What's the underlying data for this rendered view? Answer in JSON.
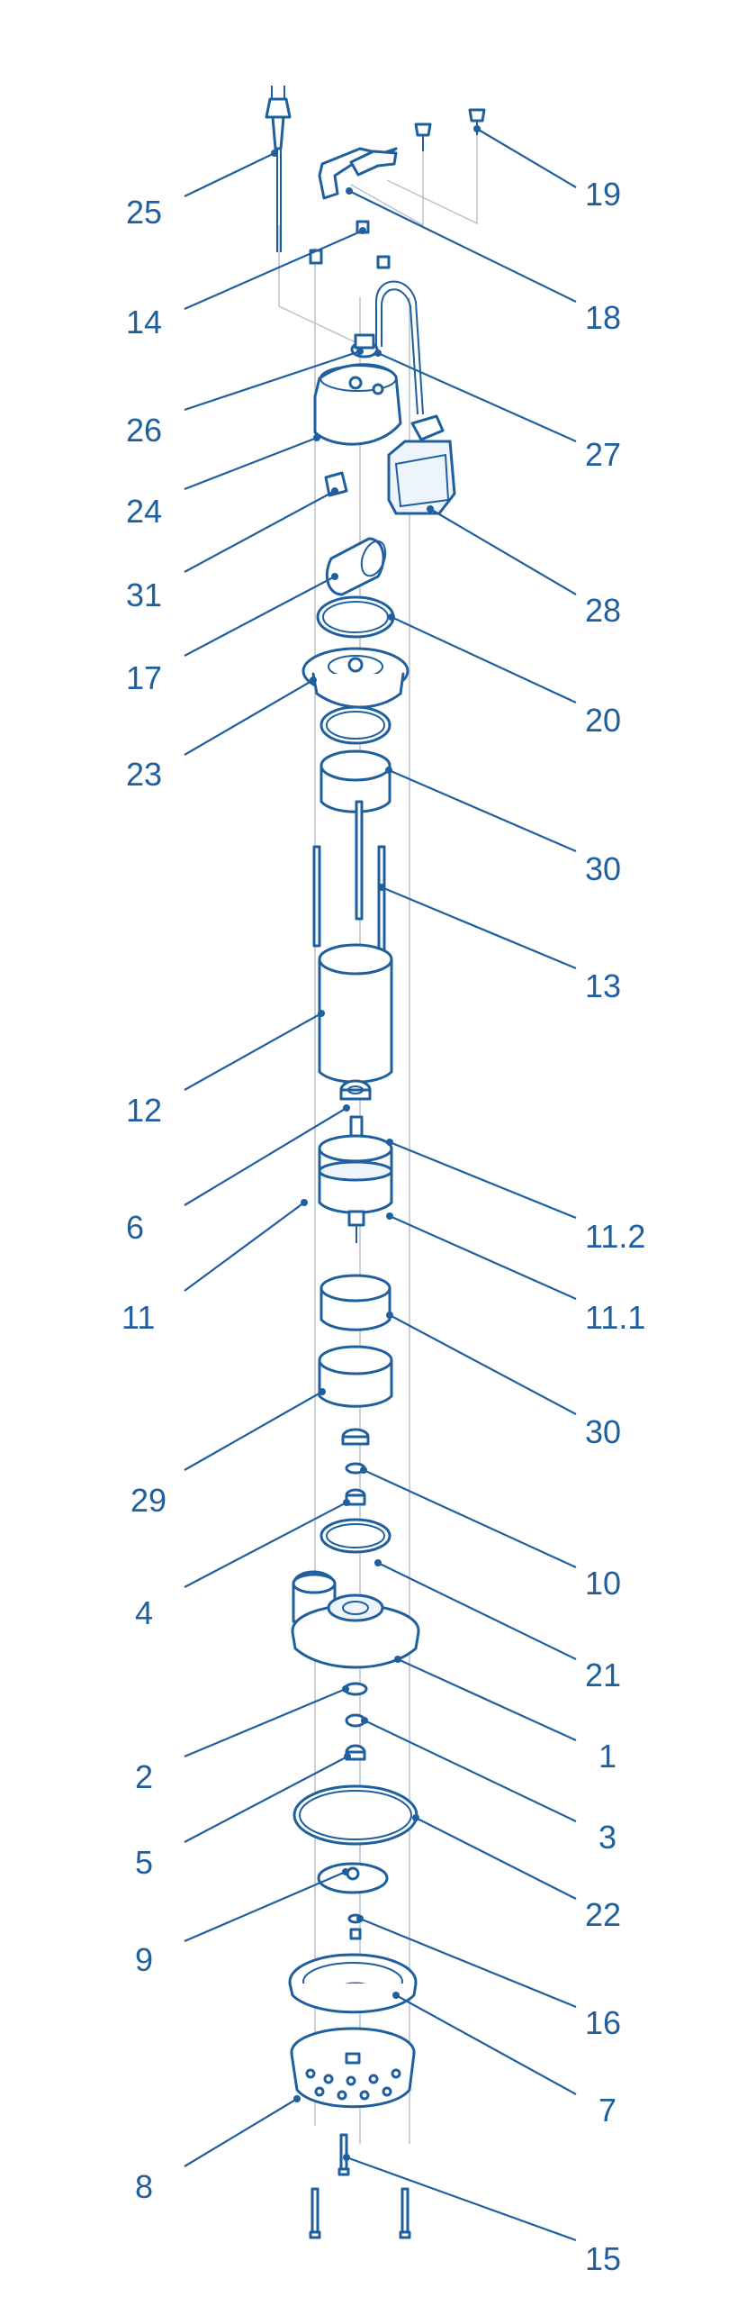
{
  "colors": {
    "line": "#1f5f9e",
    "guide": "#b9c3cc",
    "background": "#ffffff"
  },
  "parts": [
    {
      "key": "p25",
      "label": "25"
    },
    {
      "key": "p19",
      "label": "19"
    },
    {
      "key": "p14",
      "label": "14"
    },
    {
      "key": "p18",
      "label": "18"
    },
    {
      "key": "p26",
      "label": "26"
    },
    {
      "key": "p27",
      "label": "27"
    },
    {
      "key": "p24",
      "label": "24"
    },
    {
      "key": "p28",
      "label": "28"
    },
    {
      "key": "p31",
      "label": "31"
    },
    {
      "key": "p17",
      "label": "17"
    },
    {
      "key": "p20",
      "label": "20"
    },
    {
      "key": "p23",
      "label": "23"
    },
    {
      "key": "p30a",
      "label": "30"
    },
    {
      "key": "p13",
      "label": "13"
    },
    {
      "key": "p12",
      "label": "12"
    },
    {
      "key": "p6",
      "label": "6"
    },
    {
      "key": "p11_2",
      "label": "11.2"
    },
    {
      "key": "p11",
      "label": "11"
    },
    {
      "key": "p11_1",
      "label": "11.1"
    },
    {
      "key": "p30b",
      "label": "30"
    },
    {
      "key": "p29",
      "label": "29"
    },
    {
      "key": "p10",
      "label": "10"
    },
    {
      "key": "p4",
      "label": "4"
    },
    {
      "key": "p21",
      "label": "21"
    },
    {
      "key": "p1",
      "label": "1"
    },
    {
      "key": "p2",
      "label": "2"
    },
    {
      "key": "p3",
      "label": "3"
    },
    {
      "key": "p5",
      "label": "5"
    },
    {
      "key": "p22",
      "label": "22"
    },
    {
      "key": "p9",
      "label": "9"
    },
    {
      "key": "p16",
      "label": "16"
    },
    {
      "key": "p7",
      "label": "7"
    },
    {
      "key": "p8",
      "label": "8"
    },
    {
      "key": "p15",
      "label": "15"
    }
  ]
}
